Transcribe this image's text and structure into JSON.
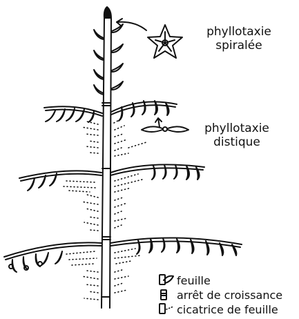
{
  "labels": {
    "spiral": [
      "phyllotaxie",
      "spiralée"
    ],
    "distichous": [
      "phyllotaxie",
      "distique"
    ]
  },
  "legend": {
    "leaf": "feuille",
    "growth_stop": "arrêt de croissance",
    "leaf_scar": "cicatrice de feuille"
  },
  "colors": {
    "ink": "#111111",
    "background": "#ffffff"
  }
}
